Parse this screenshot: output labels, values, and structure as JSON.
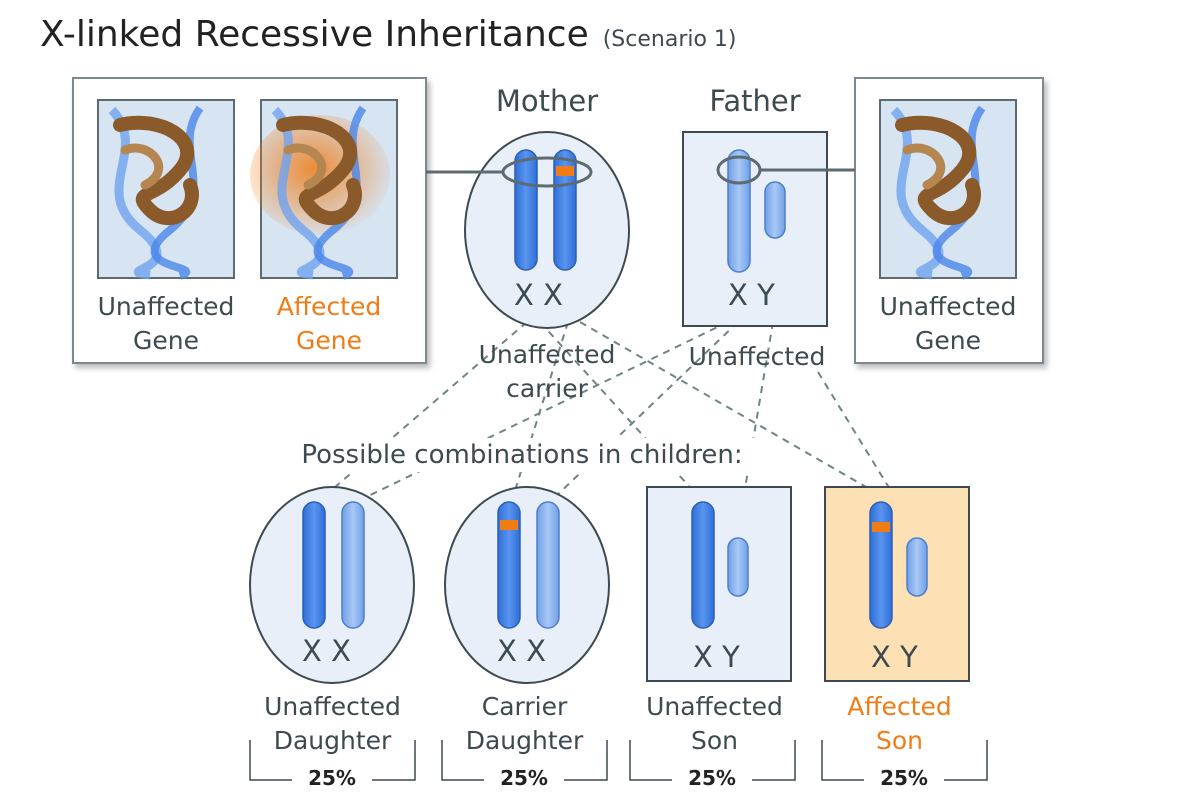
{
  "title": "X-linked Recessive Inheritance",
  "subtitle": "(Scenario 1)",
  "parents": {
    "mother": {
      "label": "Mother",
      "chromosomes": "X X",
      "status": "Unaffected carrier"
    },
    "father": {
      "label": "Father",
      "chromosomes": "X Y",
      "status": "Unaffected"
    }
  },
  "gene_panels": {
    "left": [
      {
        "line1": "Unaffected",
        "line2": "Gene"
      },
      {
        "line1": "Affected",
        "line2": "Gene"
      }
    ],
    "right": {
      "line1": "Unaffected",
      "line2": "Gene"
    }
  },
  "combinations_heading": "Possible combinations in children:",
  "children": [
    {
      "chromosomes": "X X",
      "line1": "Unaffected",
      "line2": "Daughter",
      "percent": "25%"
    },
    {
      "chromosomes": "X X",
      "line1": "Carrier",
      "line2": "Daughter",
      "percent": "25%"
    },
    {
      "chromosomes": "X Y",
      "line1": "Unaffected",
      "line2": "Son",
      "percent": "25%"
    },
    {
      "chromosomes": "X Y",
      "line1": "Affected",
      "line2": "Son",
      "percent": "25%"
    }
  ],
  "colors": {
    "dark_chromosome": "#4a86e8",
    "light_chromosome": "#8cb4f2",
    "gene_marker": "#f07c16",
    "affected_text": "#f07c16",
    "panel_fill": "#e9eff9",
    "affected_panel_fill": "#fde0b4"
  }
}
